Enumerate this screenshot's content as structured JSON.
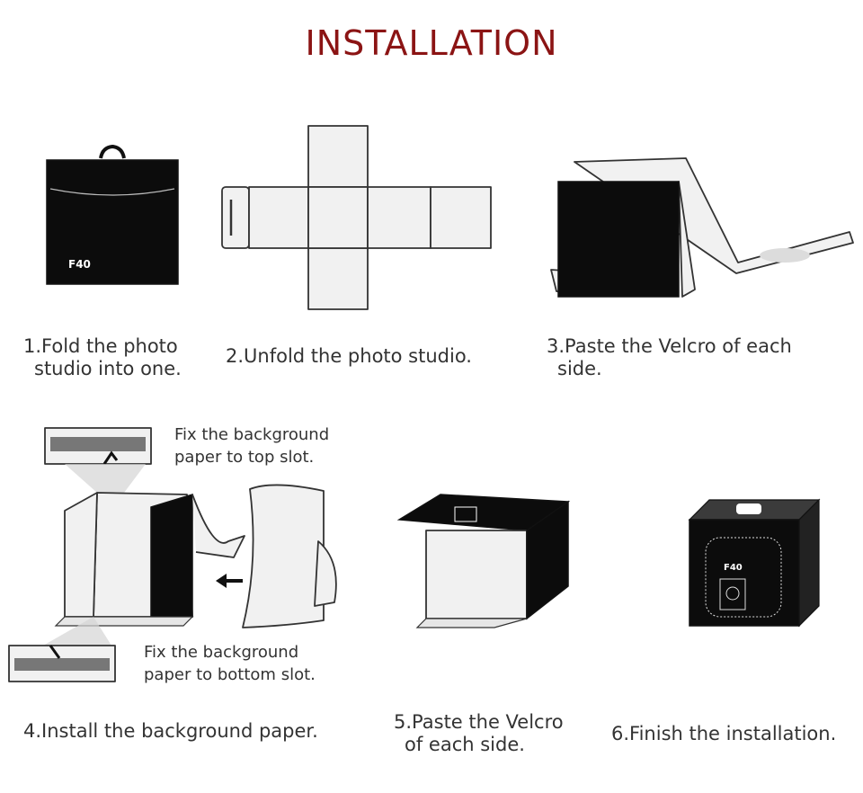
{
  "title": "INSTALLATION",
  "steps": [
    {
      "line1": "1.Fold the photo",
      "line2": "studio into one."
    },
    {
      "line1": "2.Unfold the photo studio.",
      "line2": ""
    },
    {
      "line1": "3.Paste the Velcro of each",
      "line2": "side."
    },
    {
      "line1": "4.Install the background paper.",
      "line2": ""
    },
    {
      "line1": "5.Paste the Velcro",
      "line2": "of each side."
    },
    {
      "line1": "6.Finish the installation.",
      "line2": ""
    }
  ],
  "notes": {
    "top_slot": {
      "line1": "Fix the background",
      "line2": "paper to top slot."
    },
    "bottom_slot": {
      "line1": "Fix the background",
      "line2": "paper to bottom slot."
    }
  },
  "product_label": "F40",
  "colors": {
    "title": "#8b1414",
    "text": "#333333",
    "box": "#0c0c0c"
  }
}
